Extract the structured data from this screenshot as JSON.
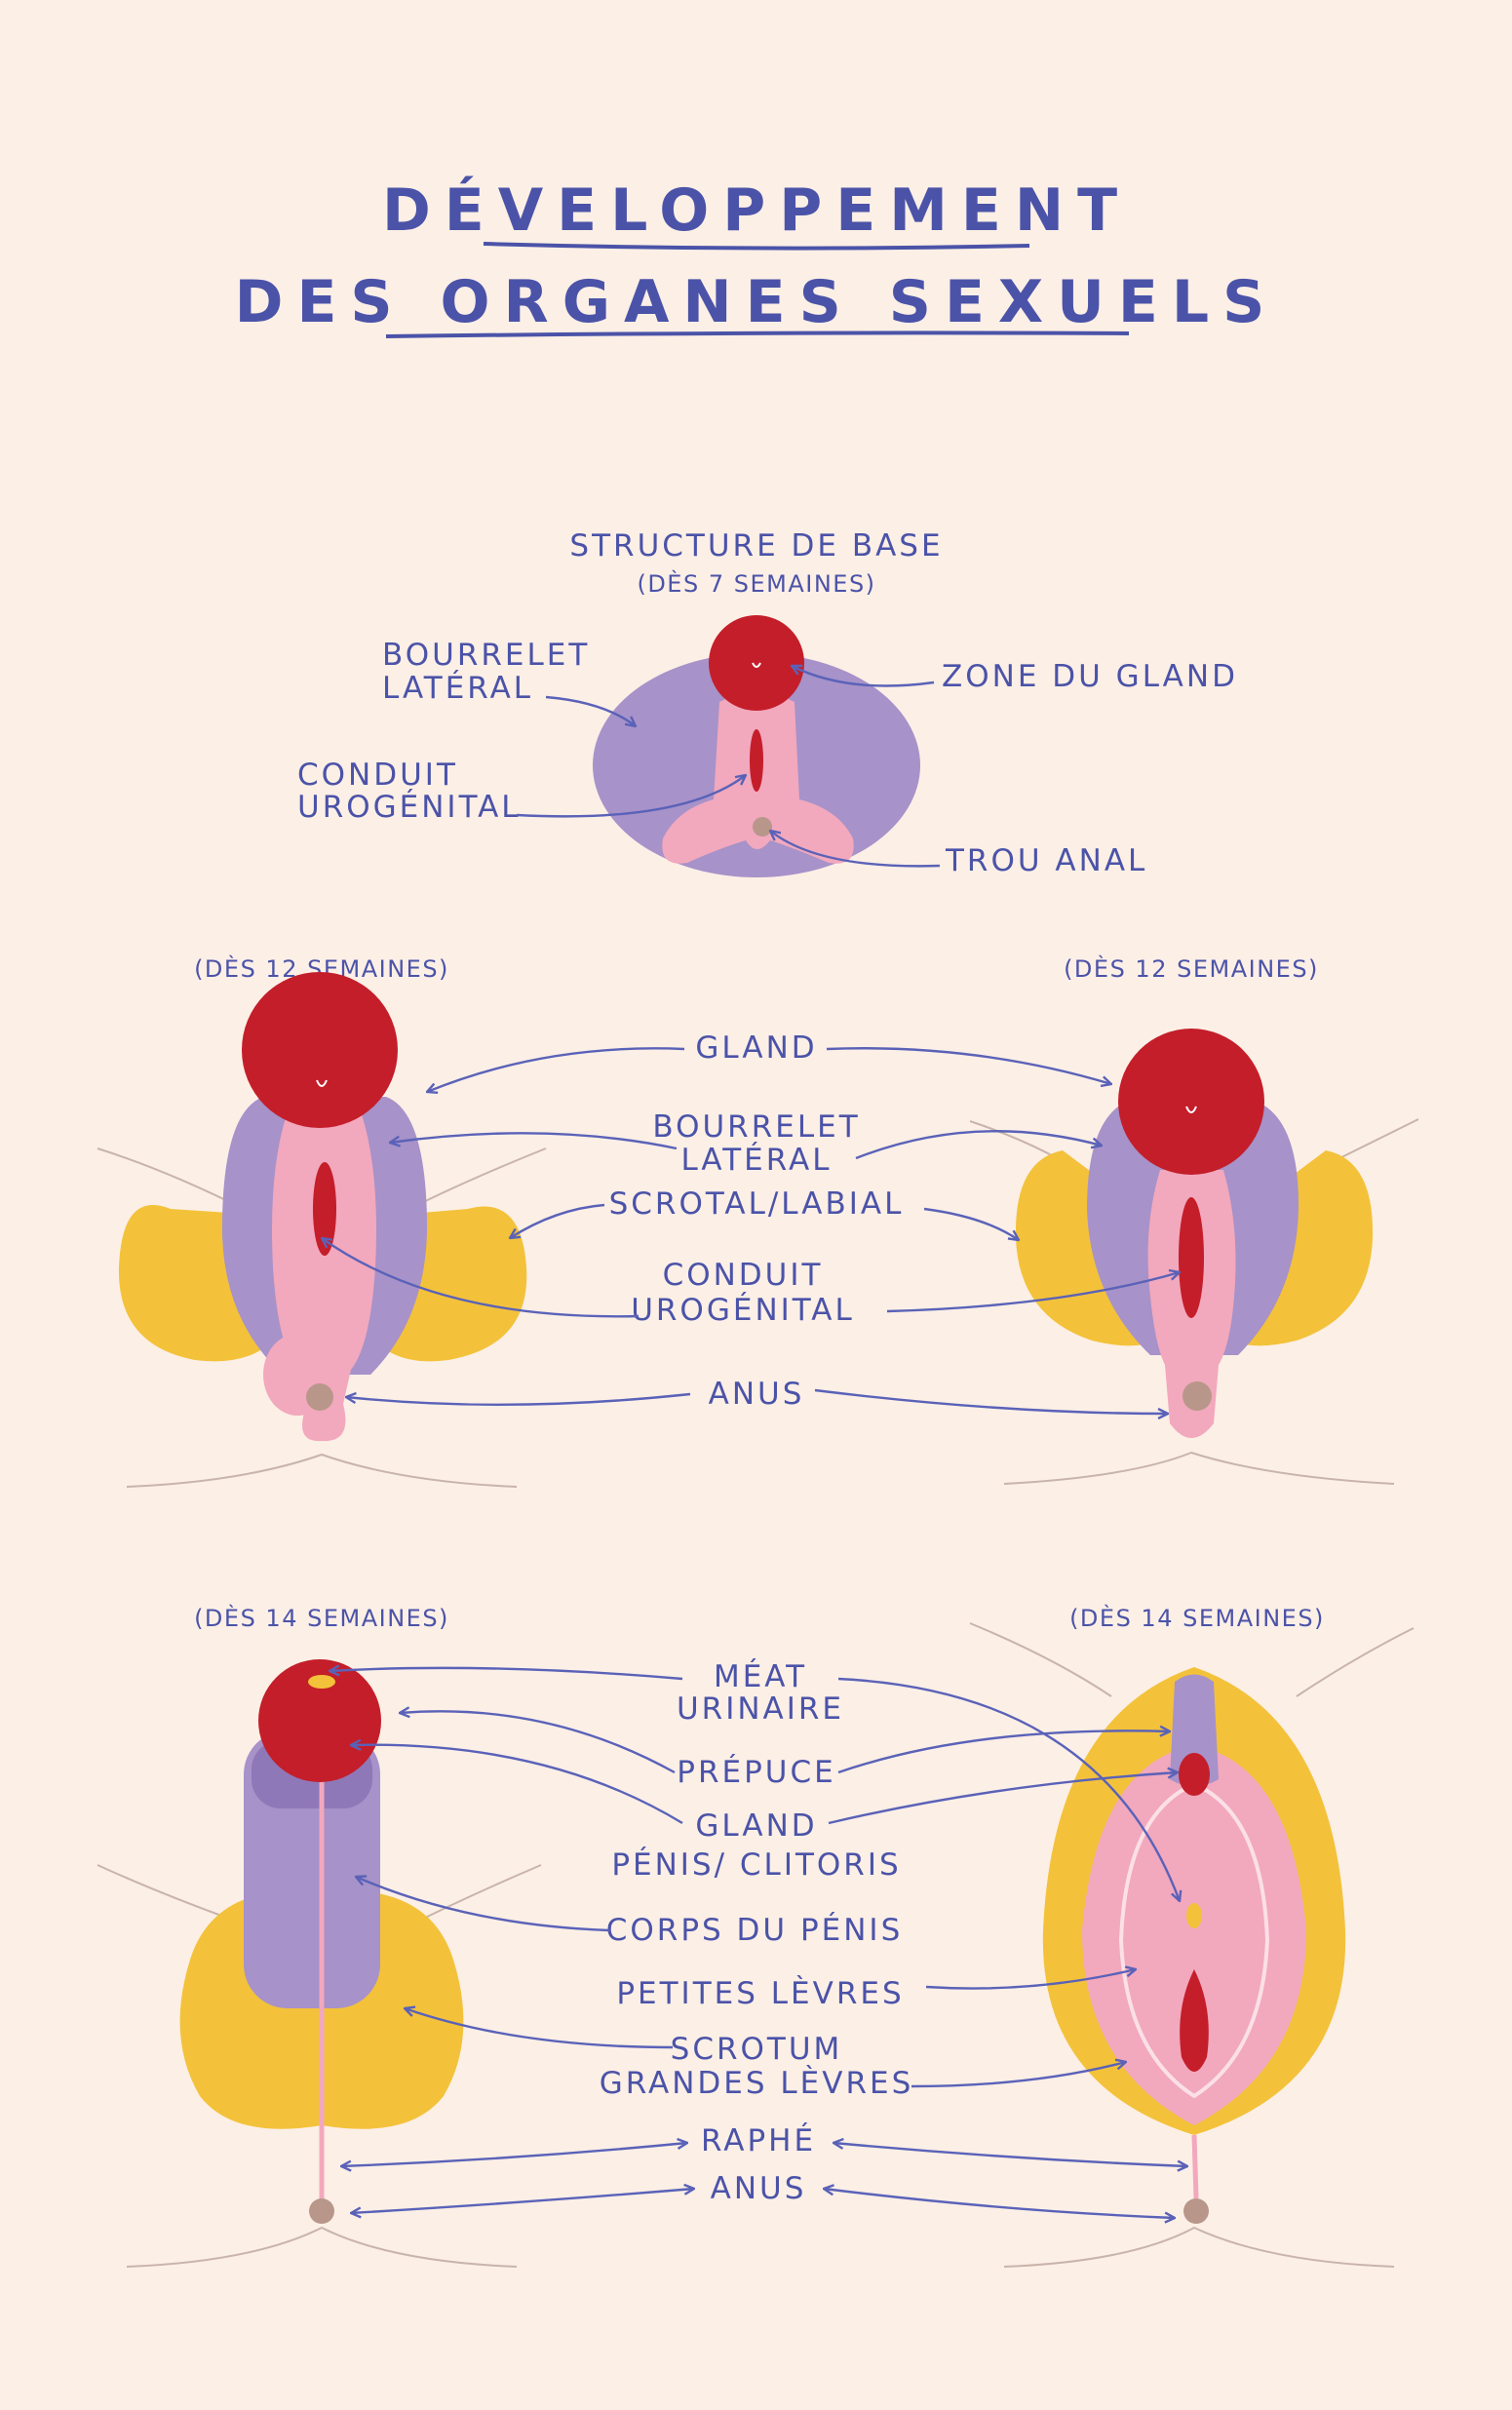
{
  "title": {
    "line1": "DÉVELOPPEMENT",
    "line2": "DES ORGANES SEXUELS"
  },
  "stage_base": {
    "title": "STRUCTURE DE BASE",
    "age": "(DÈS 7 SEMAINES)",
    "labels": {
      "bourrelet_1": "BOURRELET",
      "bourrelet_2": "LATÉRAL",
      "conduit_1": "CONDUIT",
      "conduit_2": "UROGÉNITAL",
      "zone_gland": "ZONE DU GLAND",
      "trou_anal": "TROU ANAL"
    }
  },
  "stage_12": {
    "age_left": "(DÈS 12 SEMAINES)",
    "age_right": "(DÈS 12 SEMAINES)",
    "labels": {
      "gland": "GLAND",
      "bourrelet_1": "BOURRELET",
      "bourrelet_2": "LATÉRAL",
      "scrotal": "SCROTAL/LABIAL",
      "conduit_1": "CONDUIT",
      "conduit_2": "UROGÉNITAL",
      "anus": "ANUS"
    }
  },
  "stage_14": {
    "age_left": "(DÈS 14 SEMAINES)",
    "age_right": "(DÈS 14 SEMAINES)",
    "labels": {
      "meat_1": "MÉAT",
      "meat_2": "URINAIRE",
      "prepuce": "PRÉPUCE",
      "gland_1": "GLAND",
      "gland_2": "PÉNIS/ CLITORIS",
      "corps": "CORPS DU PÉNIS",
      "petites": "PETITES LÈVRES",
      "scrotum_1": "SCROTUM",
      "scrotum_2": "GRANDES LÈVRES",
      "raphe": "RAPHÉ",
      "anus": "ANUS"
    }
  },
  "colors": {
    "background": "#fcefe6",
    "ink": "#4b53a8",
    "glans_red": "#c41e2a",
    "lavender": "#a792c9",
    "pink": "#f2a8bd",
    "yellow": "#f3c23a",
    "anus_brown": "#b8978a"
  }
}
